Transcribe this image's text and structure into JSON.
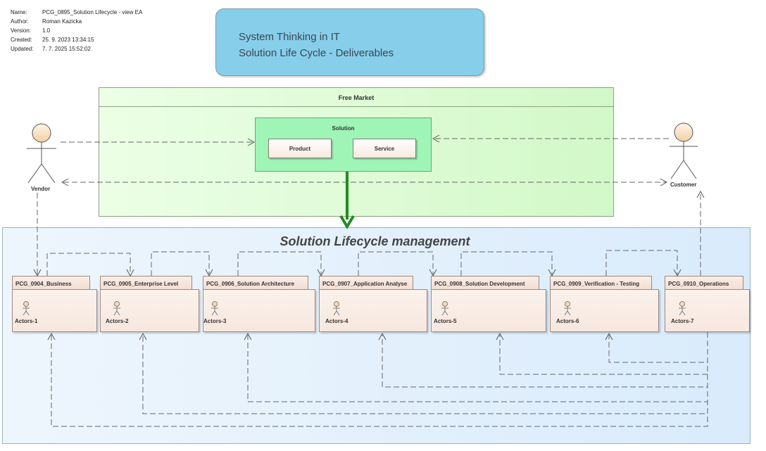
{
  "meta": [
    {
      "key": "Name:",
      "value": "PCG_0895_Solution Lifecycle - view EA"
    },
    {
      "key": "Author:",
      "value": "Roman Kazicka"
    },
    {
      "key": "Version:",
      "value": "1.0"
    },
    {
      "key": "Created:",
      "value": "25. 9. 2023 13:34:15"
    },
    {
      "key": "Updated:",
      "value": "7. 7. 2025 15:52:02"
    }
  ],
  "title": {
    "line1": "System Thinking in  IT",
    "line2": "Solution Life Cycle - Deliverables"
  },
  "free_market": {
    "label": "Free Market",
    "solution": {
      "label": "Solution",
      "product": "Product",
      "service": "Service"
    }
  },
  "actors": {
    "vendor": "Vendor",
    "customer": "Customer"
  },
  "lifecycle": {
    "title": "Solution Lifecycle management",
    "packages": [
      {
        "name": "PCG_0904_Business",
        "actor": "Actors-1"
      },
      {
        "name": "PCG_0905_Enterprise Level",
        "actor": "Actors-2"
      },
      {
        "name": "PCG_0906_Solution Architecture",
        "actor": "Actors-3"
      },
      {
        "name": "PCG_0907_Application Analyse",
        "actor": "Actors-4"
      },
      {
        "name": "PCG_0908_Solution Development",
        "actor": "Actors-5"
      },
      {
        "name": "PCG_0909_Verification - Testing",
        "actor": "Actors-6"
      },
      {
        "name": "PCG_0910_Operations",
        "actor": "Actors-7"
      }
    ]
  },
  "colors": {
    "title_fill": "#87ceeb",
    "free_market_fill": "#d2f8c8",
    "solution_fill": "#9ef5b6",
    "lifecycle_fill": "#d9ebfb",
    "package_fill": "#f7e7de",
    "main_arrow": "#228b22",
    "connector": "#666666"
  }
}
